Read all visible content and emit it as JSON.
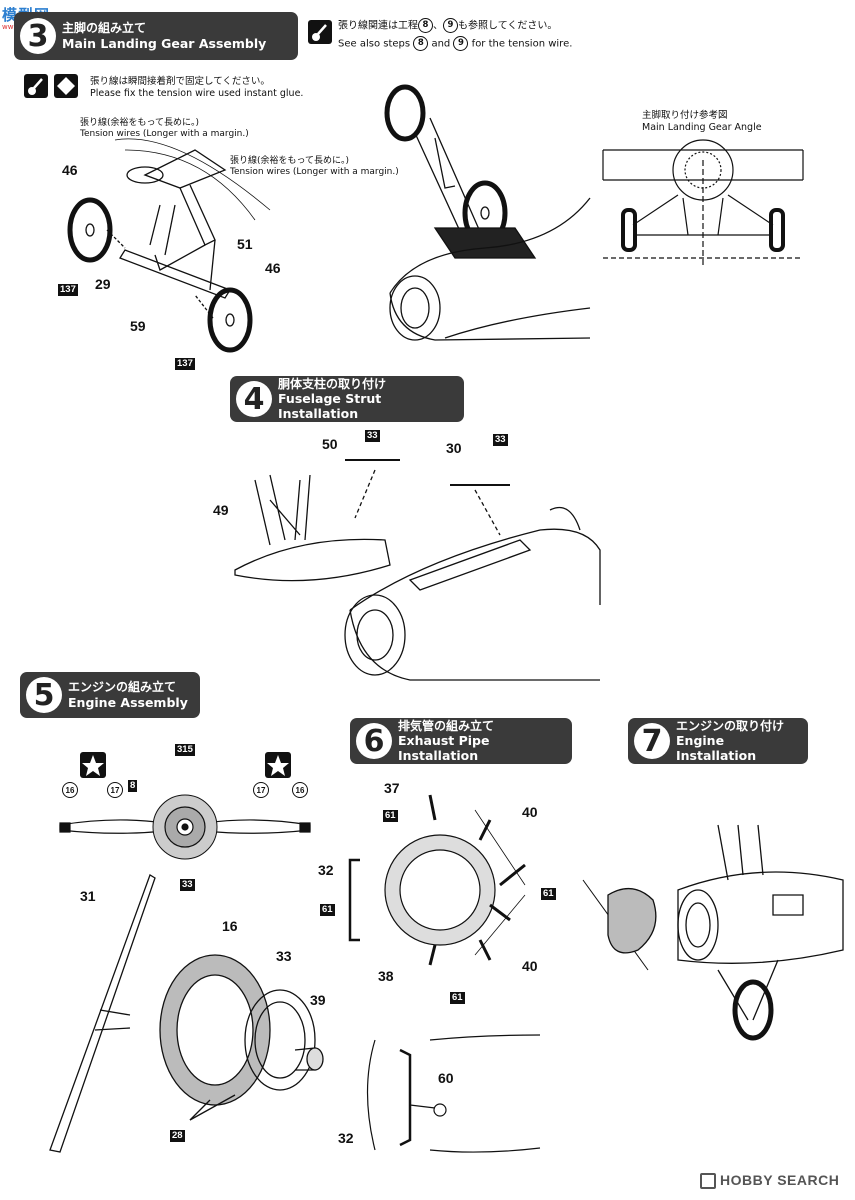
{
  "watermark": {
    "text": "模型网",
    "sub": "www.cmoney.com"
  },
  "step3": {
    "num": "3",
    "jp": "主脚の組み立て",
    "en": "Main Landing Gear Assembly"
  },
  "note_tension_top": {
    "jp": "張り線関連は工程",
    "jp_mid": "、",
    "jp_end": "も参照してください。",
    "ref1": "8",
    "ref2": "9",
    "en_pre": "See also steps",
    "en_and": "and",
    "en_post": "for the tension wire."
  },
  "note_glue": {
    "jp": "張り線は瞬間接着剤で固定してください。",
    "en": "Please fix the tension wire used instant glue."
  },
  "note_tension_a": {
    "jp": "張り線(余裕をもって長めに。)",
    "en": "Tension wires (Longer with a margin.)"
  },
  "note_tension_b": {
    "jp": "張り線(余裕をもって長めに。)",
    "en": "Tension wires (Longer with a margin.)"
  },
  "note_angle": {
    "jp": "主脚取り付け参考図",
    "en": "Main Landing Gear Angle"
  },
  "step4": {
    "num": "4",
    "jp": "胴体支柱の取り付け",
    "en": "Fuselage Strut Installation"
  },
  "step5": {
    "num": "5",
    "jp": "エンジンの組み立て",
    "en": "Engine Assembly"
  },
  "step6": {
    "num": "6",
    "jp": "排気管の組み立て",
    "en": "Exhaust Pipe Installation"
  },
  "step7": {
    "num": "7",
    "jp": "エンジンの取り付け",
    "en": "Engine Installation"
  },
  "parts": {
    "p46a": "46",
    "p137a": "137",
    "p29": "29",
    "p59": "59",
    "p51": "51",
    "p46b": "46",
    "p137b": "137",
    "p50": "50",
    "p33a": "33",
    "p30": "30",
    "p33b": "33",
    "p49": "49",
    "p16a": "16",
    "p17a": "17",
    "p8": "8",
    "p315": "315",
    "p17b": "17",
    "p16b": "16",
    "p33c": "33",
    "p31": "31",
    "p16c": "16",
    "p33d": "33",
    "p39": "39",
    "p28": "28",
    "p37": "37",
    "p61a": "61",
    "p40a": "40",
    "p32a": "32",
    "p61b": "61",
    "p61c": "61",
    "p38": "38",
    "p40b": "40",
    "p61d": "61",
    "p60": "60",
    "p32b": "32"
  },
  "footer": {
    "brand": "HOBBY SEARCH"
  },
  "icons": [
    "glue-bottle-icon",
    "diamond-icon",
    "star-icon"
  ]
}
